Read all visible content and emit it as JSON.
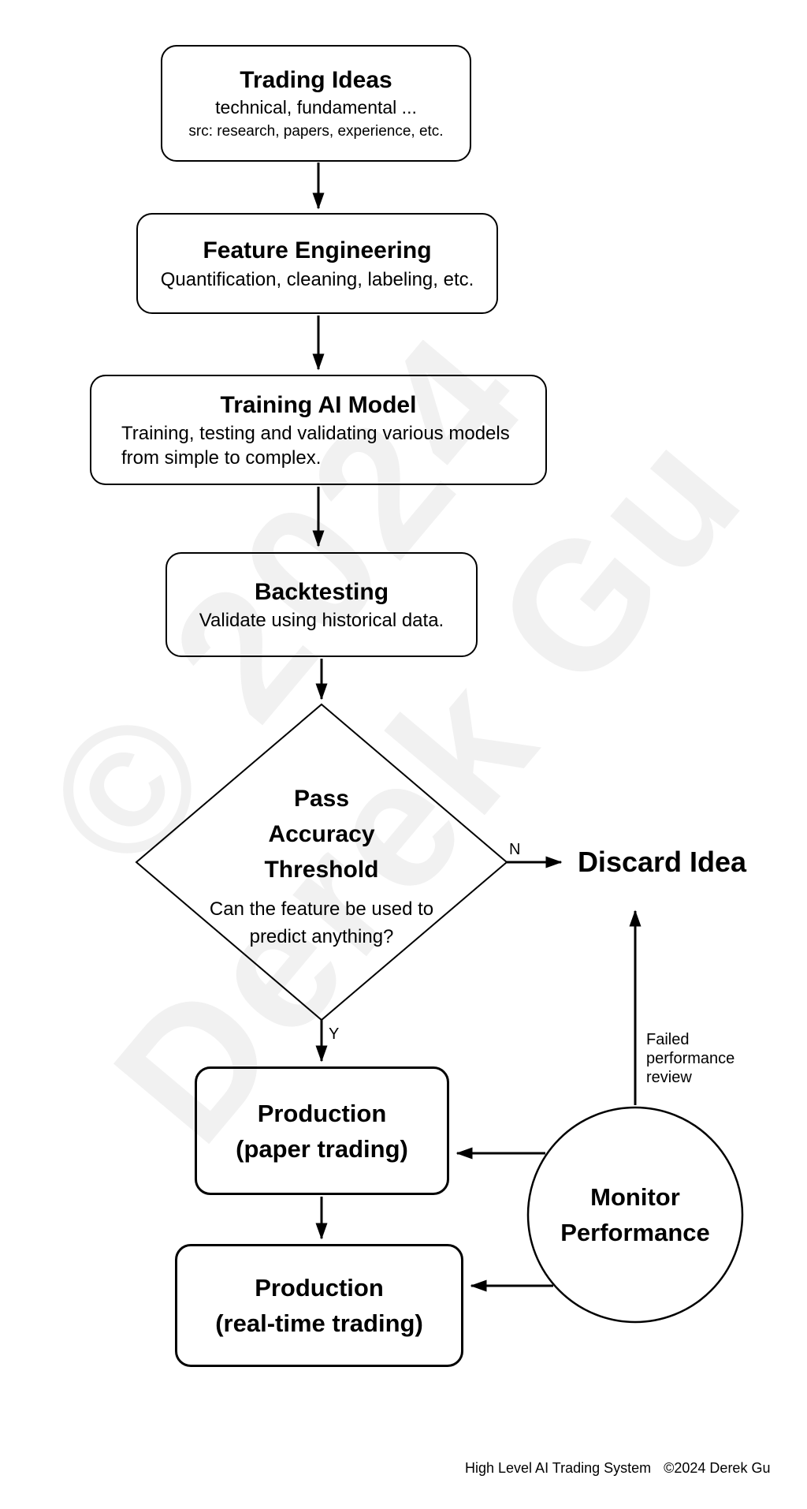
{
  "watermark": {
    "line1": "© 2024",
    "line2": "Derek Gu",
    "color": "#f1f1f1"
  },
  "nodes": {
    "trading_ideas": {
      "title": "Trading Ideas",
      "subtitle": "technical, fundamental ...",
      "note": "src: research, papers, experience, etc."
    },
    "feature_engineering": {
      "title": "Feature Engineering",
      "subtitle": "Quantification, cleaning, labeling, etc."
    },
    "training_ai_model": {
      "title": "Training AI Model",
      "subtitle_line1": "Training, testing and validating various models",
      "subtitle_line2": "from simple to complex."
    },
    "backtesting": {
      "title": "Backtesting",
      "subtitle": "Validate using historical data."
    },
    "pass_threshold": {
      "title_line1": "Pass",
      "title_line2": "Accuracy",
      "title_line3": "Threshold",
      "question_line1": "Can the feature be used to",
      "question_line2": "predict anything?"
    },
    "discard_idea": {
      "title": "Discard Idea"
    },
    "production_paper": {
      "line1": "Production",
      "line2": "(paper trading)"
    },
    "production_realtime": {
      "line1": "Production",
      "line2": "(real-time trading)"
    },
    "monitor_performance": {
      "line1": "Monitor",
      "line2": "Performance"
    }
  },
  "edge_labels": {
    "no": "N",
    "yes": "Y",
    "failed_review": "Failed performance review"
  },
  "footer": {
    "title": "High Level AI Trading System",
    "copyright": "©2024 Derek Gu"
  }
}
